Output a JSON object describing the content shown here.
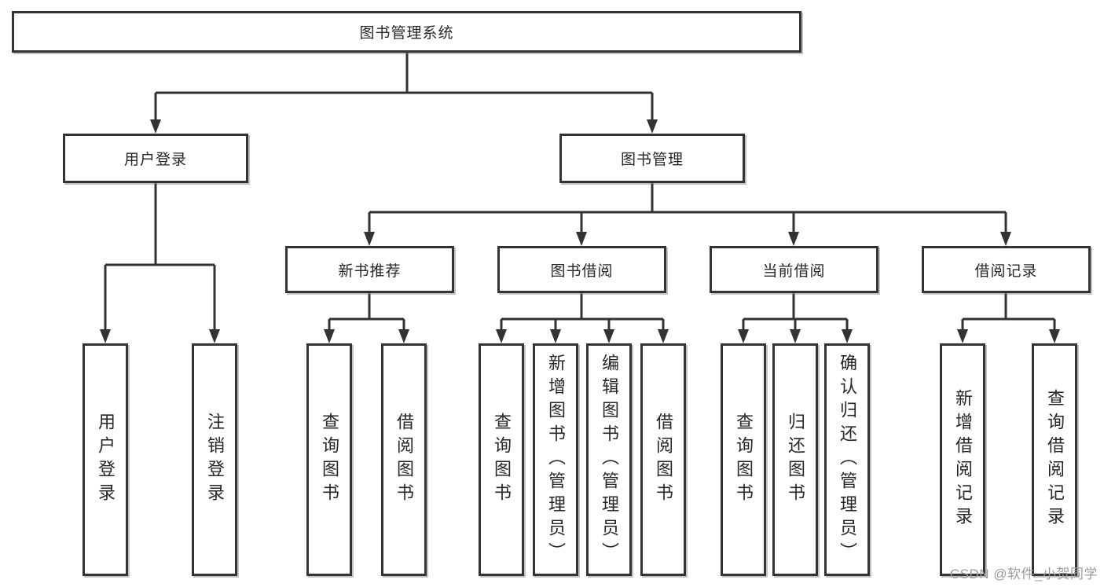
{
  "diagram": {
    "root": {
      "label": "图书管理系统"
    },
    "branches": [
      {
        "label": "用户登录",
        "leaves": [
          "用户登录",
          "注销登录"
        ]
      },
      {
        "label": "图书管理",
        "groups": [
          {
            "label": "新书推荐",
            "leaves": [
              "查询图书",
              "借阅图书"
            ]
          },
          {
            "label": "图书借阅",
            "leaves": [
              "查询图书",
              "新增图书（管理员）",
              "编辑图书（管理员）",
              "借阅图书"
            ]
          },
          {
            "label": "当前借阅",
            "leaves": [
              "查询图书",
              "归还图书",
              "确认归还（管理员）"
            ]
          },
          {
            "label": "借阅记录",
            "leaves": [
              "新增借阅记录",
              "查询借阅记录"
            ]
          }
        ]
      }
    ]
  },
  "watermark": {
    "text": "CSDN @软件_小贺同学"
  },
  "colors": {
    "line": "#333333",
    "box_border": "#333333",
    "text": "#262626",
    "watermark": "#9c9c9c",
    "background": "#ffffff"
  }
}
